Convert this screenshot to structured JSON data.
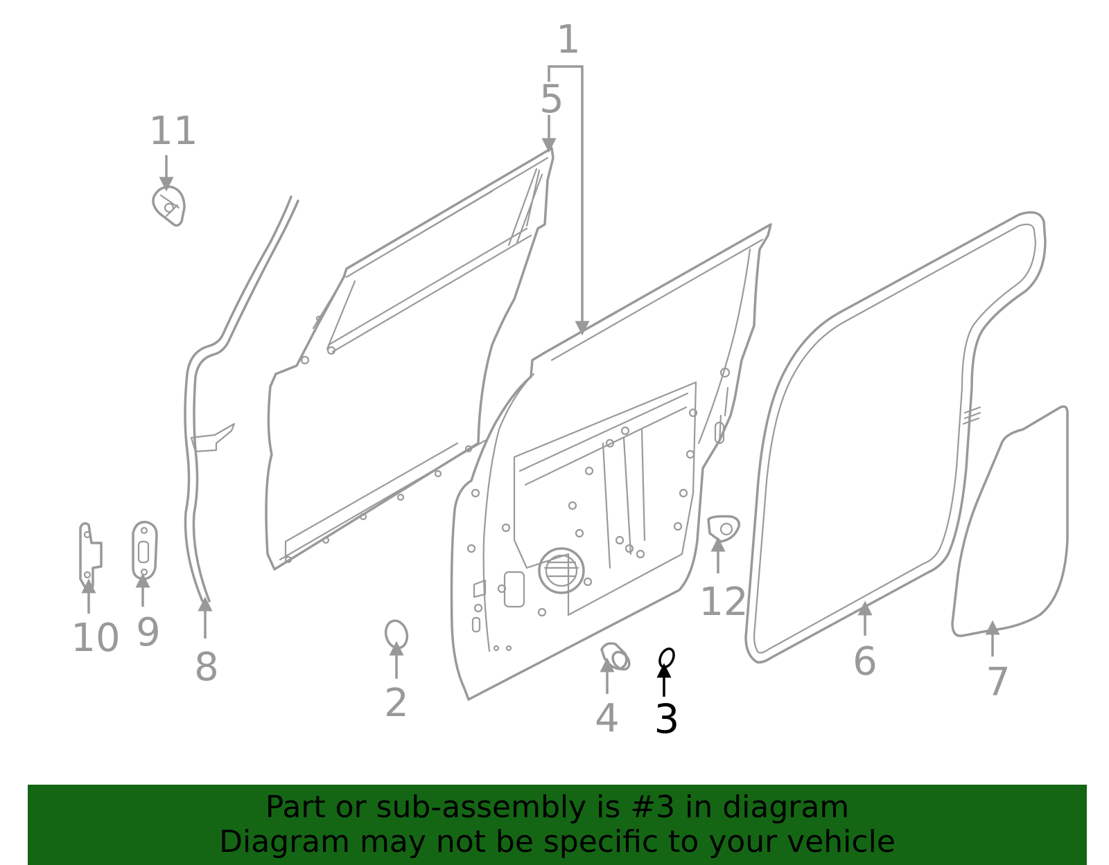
{
  "callouts": [
    "1",
    "2",
    "3",
    "4",
    "5",
    "6",
    "7",
    "8",
    "9",
    "10",
    "11",
    "12"
  ],
  "highlighted_callout": "3",
  "colors": {
    "parts": "#999999",
    "highlight": "#000000",
    "banner_bg": "#146614"
  },
  "banner": {
    "line1": "Part or sub-assembly is #3 in diagram",
    "line2": "Diagram may not be specific to your vehicle"
  }
}
